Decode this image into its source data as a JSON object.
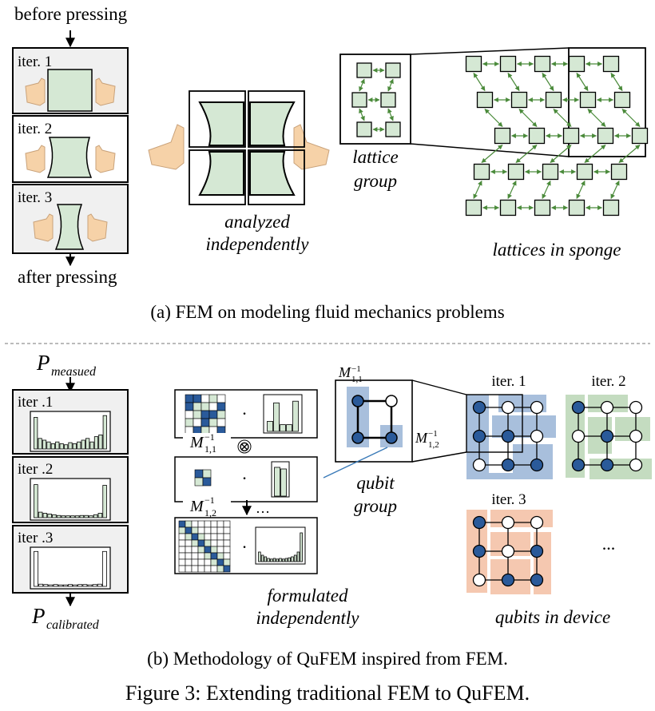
{
  "part_a": {
    "before_label": "before pressing",
    "after_label": "after pressing",
    "iter_labels": [
      "iter. 1",
      "iter. 2",
      "iter. 3"
    ],
    "analyzed_line1": "analyzed",
    "analyzed_line2": "independently",
    "lattice_line1": "lattice",
    "lattice_line2": "group",
    "sponge_label": "lattices in sponge",
    "caption": "(a) FEM on modeling fluid mechanics problems"
  },
  "part_b": {
    "p_measured_base": "P",
    "p_measured_sub": "measued",
    "p_calibrated_base": "P",
    "p_calibrated_sub": "calibrated",
    "iter_labels": [
      "iter .1",
      "iter .2",
      "iter .3"
    ],
    "m11_base": "M",
    "m11_sub": "1,1",
    "m12_sub": "1,2",
    "m_sup": "−1",
    "dot": "·",
    "tensor": "⊗",
    "ellipsis_small": "…",
    "formulated_line1": "formulated",
    "formulated_line2": "independently",
    "qubit_line1": "qubit",
    "qubit_line2": "group",
    "device_iter_labels": [
      "iter. 1",
      "iter. 2",
      "iter. 3"
    ],
    "device_ellipsis": "...",
    "device_label": "qubits in device",
    "caption": "(b) Methodology of QuFEM inspired from FEM."
  },
  "figure_caption": "Figure 3: Extending traditional FEM to QuFEM.",
  "colors": {
    "lattice_fill": "#d5e8d4",
    "lattice_arrow": "#4a8a3a",
    "panel_bg": "#f0f0f0",
    "qubit_blue": "#2a5a9a",
    "group_blue": "#a8bfdc",
    "group_green": "#c4dcc0",
    "group_orange": "#f5c8b0",
    "hand": "#f6d2a8"
  },
  "histograms": {
    "iter1": [
      0.9,
      0.3,
      0.25,
      0.2,
      0.15,
      0.2,
      0.15,
      0.12,
      0.18,
      0.15,
      0.2,
      0.25,
      0.3,
      0.2,
      0.35,
      0.4,
      0.95
    ],
    "iter2": [
      0.9,
      0.15,
      0.12,
      0.1,
      0.08,
      0.06,
      0.05,
      0.05,
      0.05,
      0.05,
      0.06,
      0.06,
      0.05,
      0.08,
      0.12,
      0.88
    ],
    "iter3": [
      0.95,
      0.06,
      0.05,
      0.04,
      0.05,
      0.04,
      0.04,
      0.05,
      0.04,
      0.05,
      0.05,
      0.04,
      0.05,
      0.06,
      0.95
    ],
    "bottom": [
      0.3,
      0.2,
      0.15,
      0.1,
      0.08,
      0.1,
      0.08,
      0.1,
      0.08,
      0.1,
      0.12,
      0.15,
      0.2,
      0.3,
      0.9
    ],
    "top_small": [
      0.3,
      0.85,
      0.2,
      0.2,
      0.9
    ],
    "mid_small": [
      0.9,
      0.85
    ]
  }
}
